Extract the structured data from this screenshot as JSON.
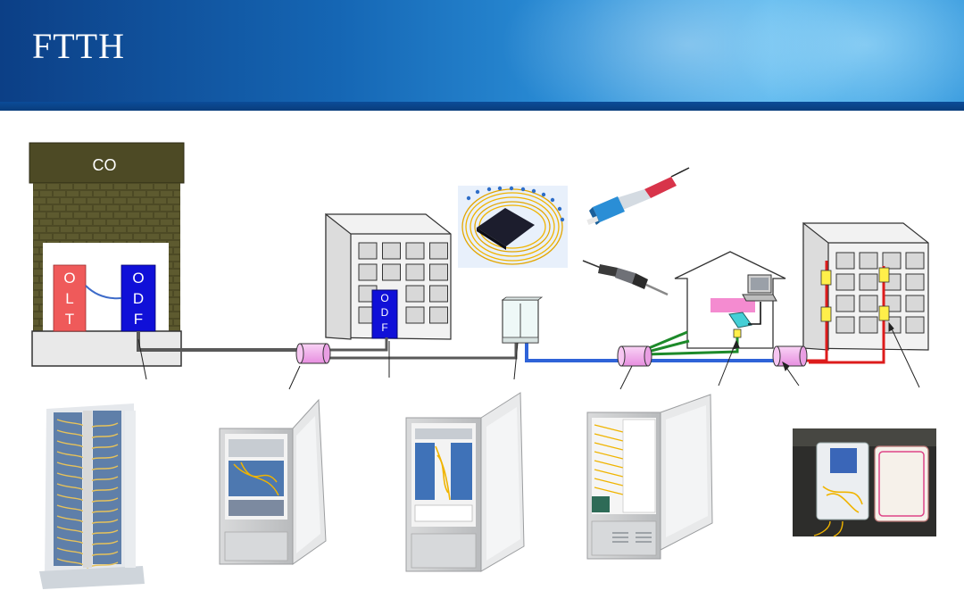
{
  "page": {
    "title": "FTTH"
  },
  "central_office": {
    "label": "CO",
    "olt": "OLT",
    "odf": "ODF"
  },
  "building": {
    "odf": "ODF"
  },
  "colors": {
    "header": "#1566b4",
    "olt": "#ef5a5a",
    "odf": "#1010d8",
    "brick": "#4d4a25",
    "trunk_cable": "#595959",
    "drop_blue": "#2f63d8",
    "green": "#1d8a2a",
    "red": "#dd1c1c",
    "closure": "#f0a8ea",
    "pink_patch": "#f48bd0"
  },
  "photos": [
    {
      "id": "odf-rack",
      "icon": "odf-rack-photo"
    },
    {
      "id": "street-cabinet-1",
      "icon": "cabinet-photo"
    },
    {
      "id": "street-cabinet-2",
      "icon": "cabinet-photo"
    },
    {
      "id": "street-cabinet-3",
      "icon": "cabinet-photo"
    },
    {
      "id": "distribution-box",
      "icon": "distribution-box-photo"
    },
    {
      "id": "plc-splitter",
      "icon": "splitter-photo"
    },
    {
      "id": "sc-connector",
      "icon": "connector-photo"
    },
    {
      "id": "fiber-adapter",
      "icon": "adapter-photo"
    }
  ]
}
